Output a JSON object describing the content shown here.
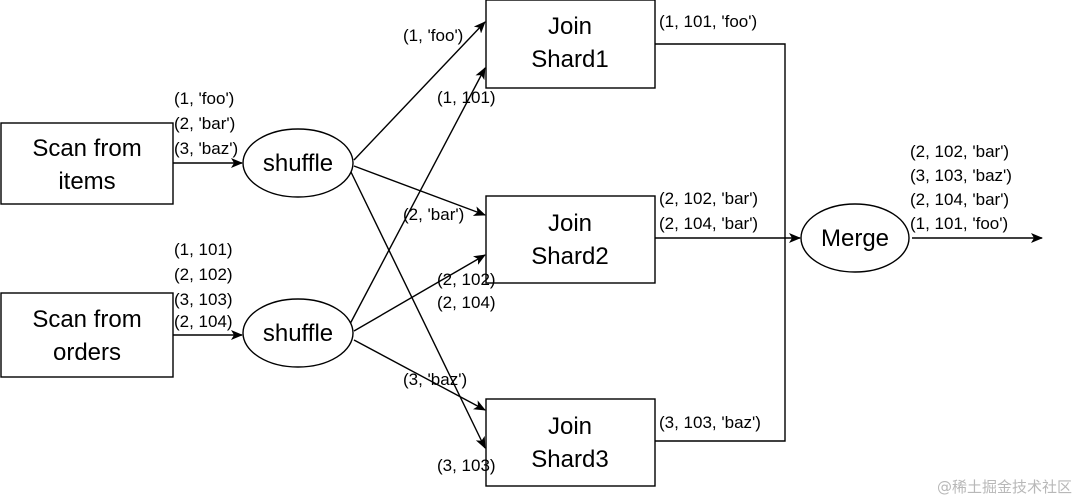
{
  "nodes": {
    "scan_items": [
      "Scan from",
      "items"
    ],
    "scan_orders": [
      "Scan from",
      "orders"
    ],
    "shuffle_top": "shuffle",
    "shuffle_bottom": "shuffle",
    "join1": [
      "Join",
      "Shard1"
    ],
    "join2": [
      "Join",
      "Shard2"
    ],
    "join3": [
      "Join",
      "Shard3"
    ],
    "merge": "Merge"
  },
  "labels": {
    "items_rows": [
      "(1, 'foo')",
      "(2, 'bar')",
      "(3, 'baz')"
    ],
    "orders_rows": [
      "(1, 101)",
      "(2, 102)",
      "(3, 103)",
      "(2, 104)"
    ],
    "to_join1_items": "(1, 'foo')",
    "to_join1_orders": "(1, 101)",
    "to_join2_items": "(2, 'bar')",
    "to_join2_orders": [
      "(2, 102)",
      "(2, 104)"
    ],
    "to_join3_items": "(3, 'baz')",
    "to_join3_orders": "(3, 103)",
    "join1_out": "(1, 101, 'foo')",
    "join2_out": [
      "(2, 102, 'bar')",
      "(2, 104, 'bar')"
    ],
    "join3_out": "(3, 103, 'baz')",
    "merge_out": [
      "(2, 102, 'bar')",
      "(3, 103, 'baz')",
      "(2, 104, 'bar')",
      "(1, 101, 'foo')"
    ]
  },
  "watermark": "@稀土掘金技术社区"
}
